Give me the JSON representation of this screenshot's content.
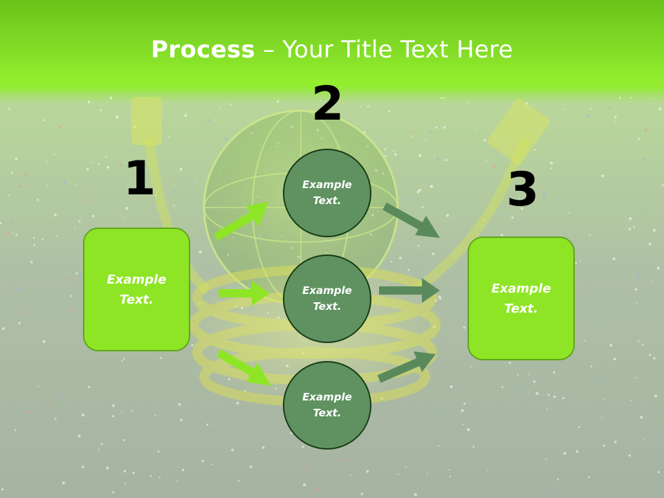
{
  "title": {
    "bold": "Process",
    "rest": " – Your Title Text Here"
  },
  "steps": {
    "one": "1",
    "two": "2",
    "three": "3"
  },
  "boxes": {
    "left": "Example Text.",
    "right": "Example Text."
  },
  "circles": {
    "top": "Example Text.",
    "middle": "Example Text.",
    "bottom": "Example Text."
  },
  "colors": {
    "accent_green": "#8ee526",
    "circle_green": "#5f9260",
    "arrow_light": "#8ee526",
    "arrow_dark": "#5a8a5c",
    "number_color": "#000000",
    "text_color": "#ffffff"
  }
}
